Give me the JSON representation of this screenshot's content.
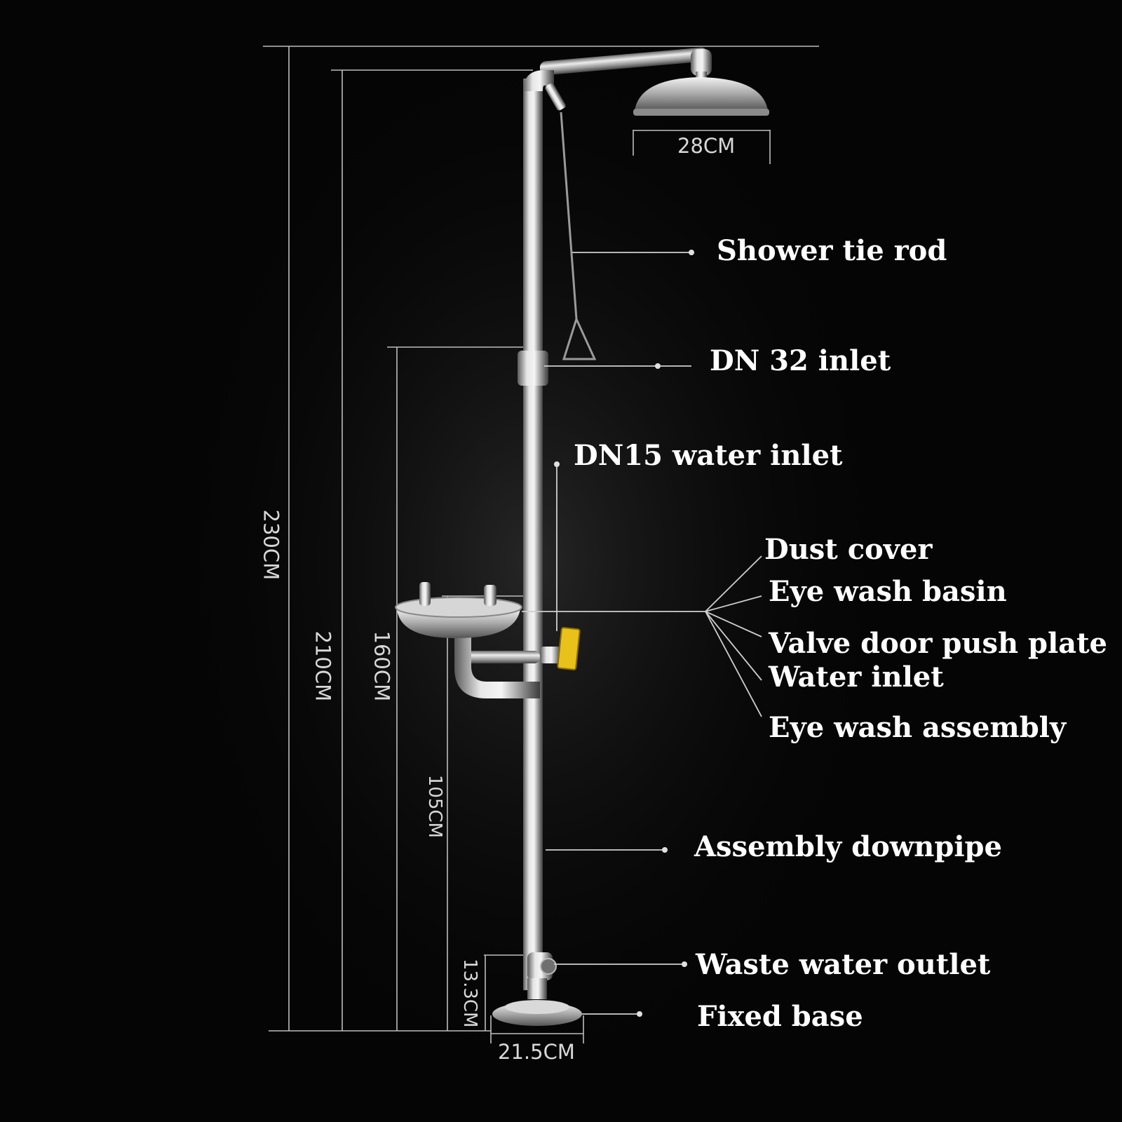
{
  "dimensions": {
    "total_height": "230CM",
    "shower_arm_height": "210CM",
    "dn32_inlet_height": "160CM",
    "eyewash_height": "105CM",
    "waste_outlet_height": "13.3CM",
    "shower_head_diameter": "28CM",
    "base_diameter": "21.5CM"
  },
  "labels": {
    "shower_tie_rod": "Shower tie rod",
    "dn32_inlet": "DN 32 inlet",
    "dn15_water_inlet": "DN15 water inlet",
    "dust_cover": "Dust cover",
    "eye_wash_basin": "Eye wash basin",
    "valve_door_push_plate": "Valve door push plate",
    "water_inlet": "Water inlet",
    "eye_wash_assembly": "Eye wash assembly",
    "assembly_downpipe": "Assembly downpipe",
    "waste_water_outlet": "Waste water outlet",
    "fixed_base": "Fixed base"
  },
  "colors": {
    "background": "#050505",
    "steel": "#c9c9c9",
    "leader": "#bdbdbd",
    "push_plate": "#e8c21a"
  }
}
